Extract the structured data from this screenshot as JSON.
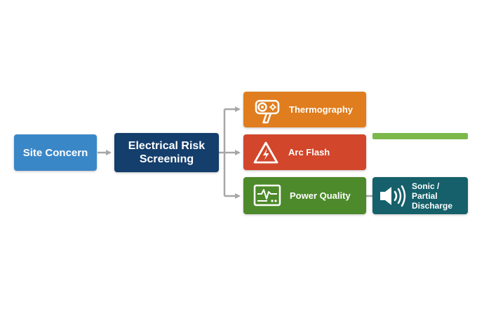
{
  "colors": {
    "site_concern": "#3a87c8",
    "screening": "#143e6c",
    "thermography": "#e07d1e",
    "arc_flash": "#d2462b",
    "power_quality": "#4d8a2b",
    "sonic": "#15606a",
    "accent_bar": "#7db84a",
    "connector": "#a7a7a7"
  },
  "nodes": {
    "site_concern": {
      "label": "Site Concern"
    },
    "screening": {
      "label": "Electrical Risk Screening"
    },
    "thermography": {
      "label": "Thermography",
      "icon": "thermal-camera-icon"
    },
    "arc_flash": {
      "label": "Arc Flash",
      "icon": "high-voltage-warning-icon"
    },
    "power_quality": {
      "label": "Power Quality",
      "icon": "power-analyzer-icon"
    },
    "sonic": {
      "label": "Sonic / Partial Discharge",
      "icon": "speaker-sound-icon"
    }
  }
}
